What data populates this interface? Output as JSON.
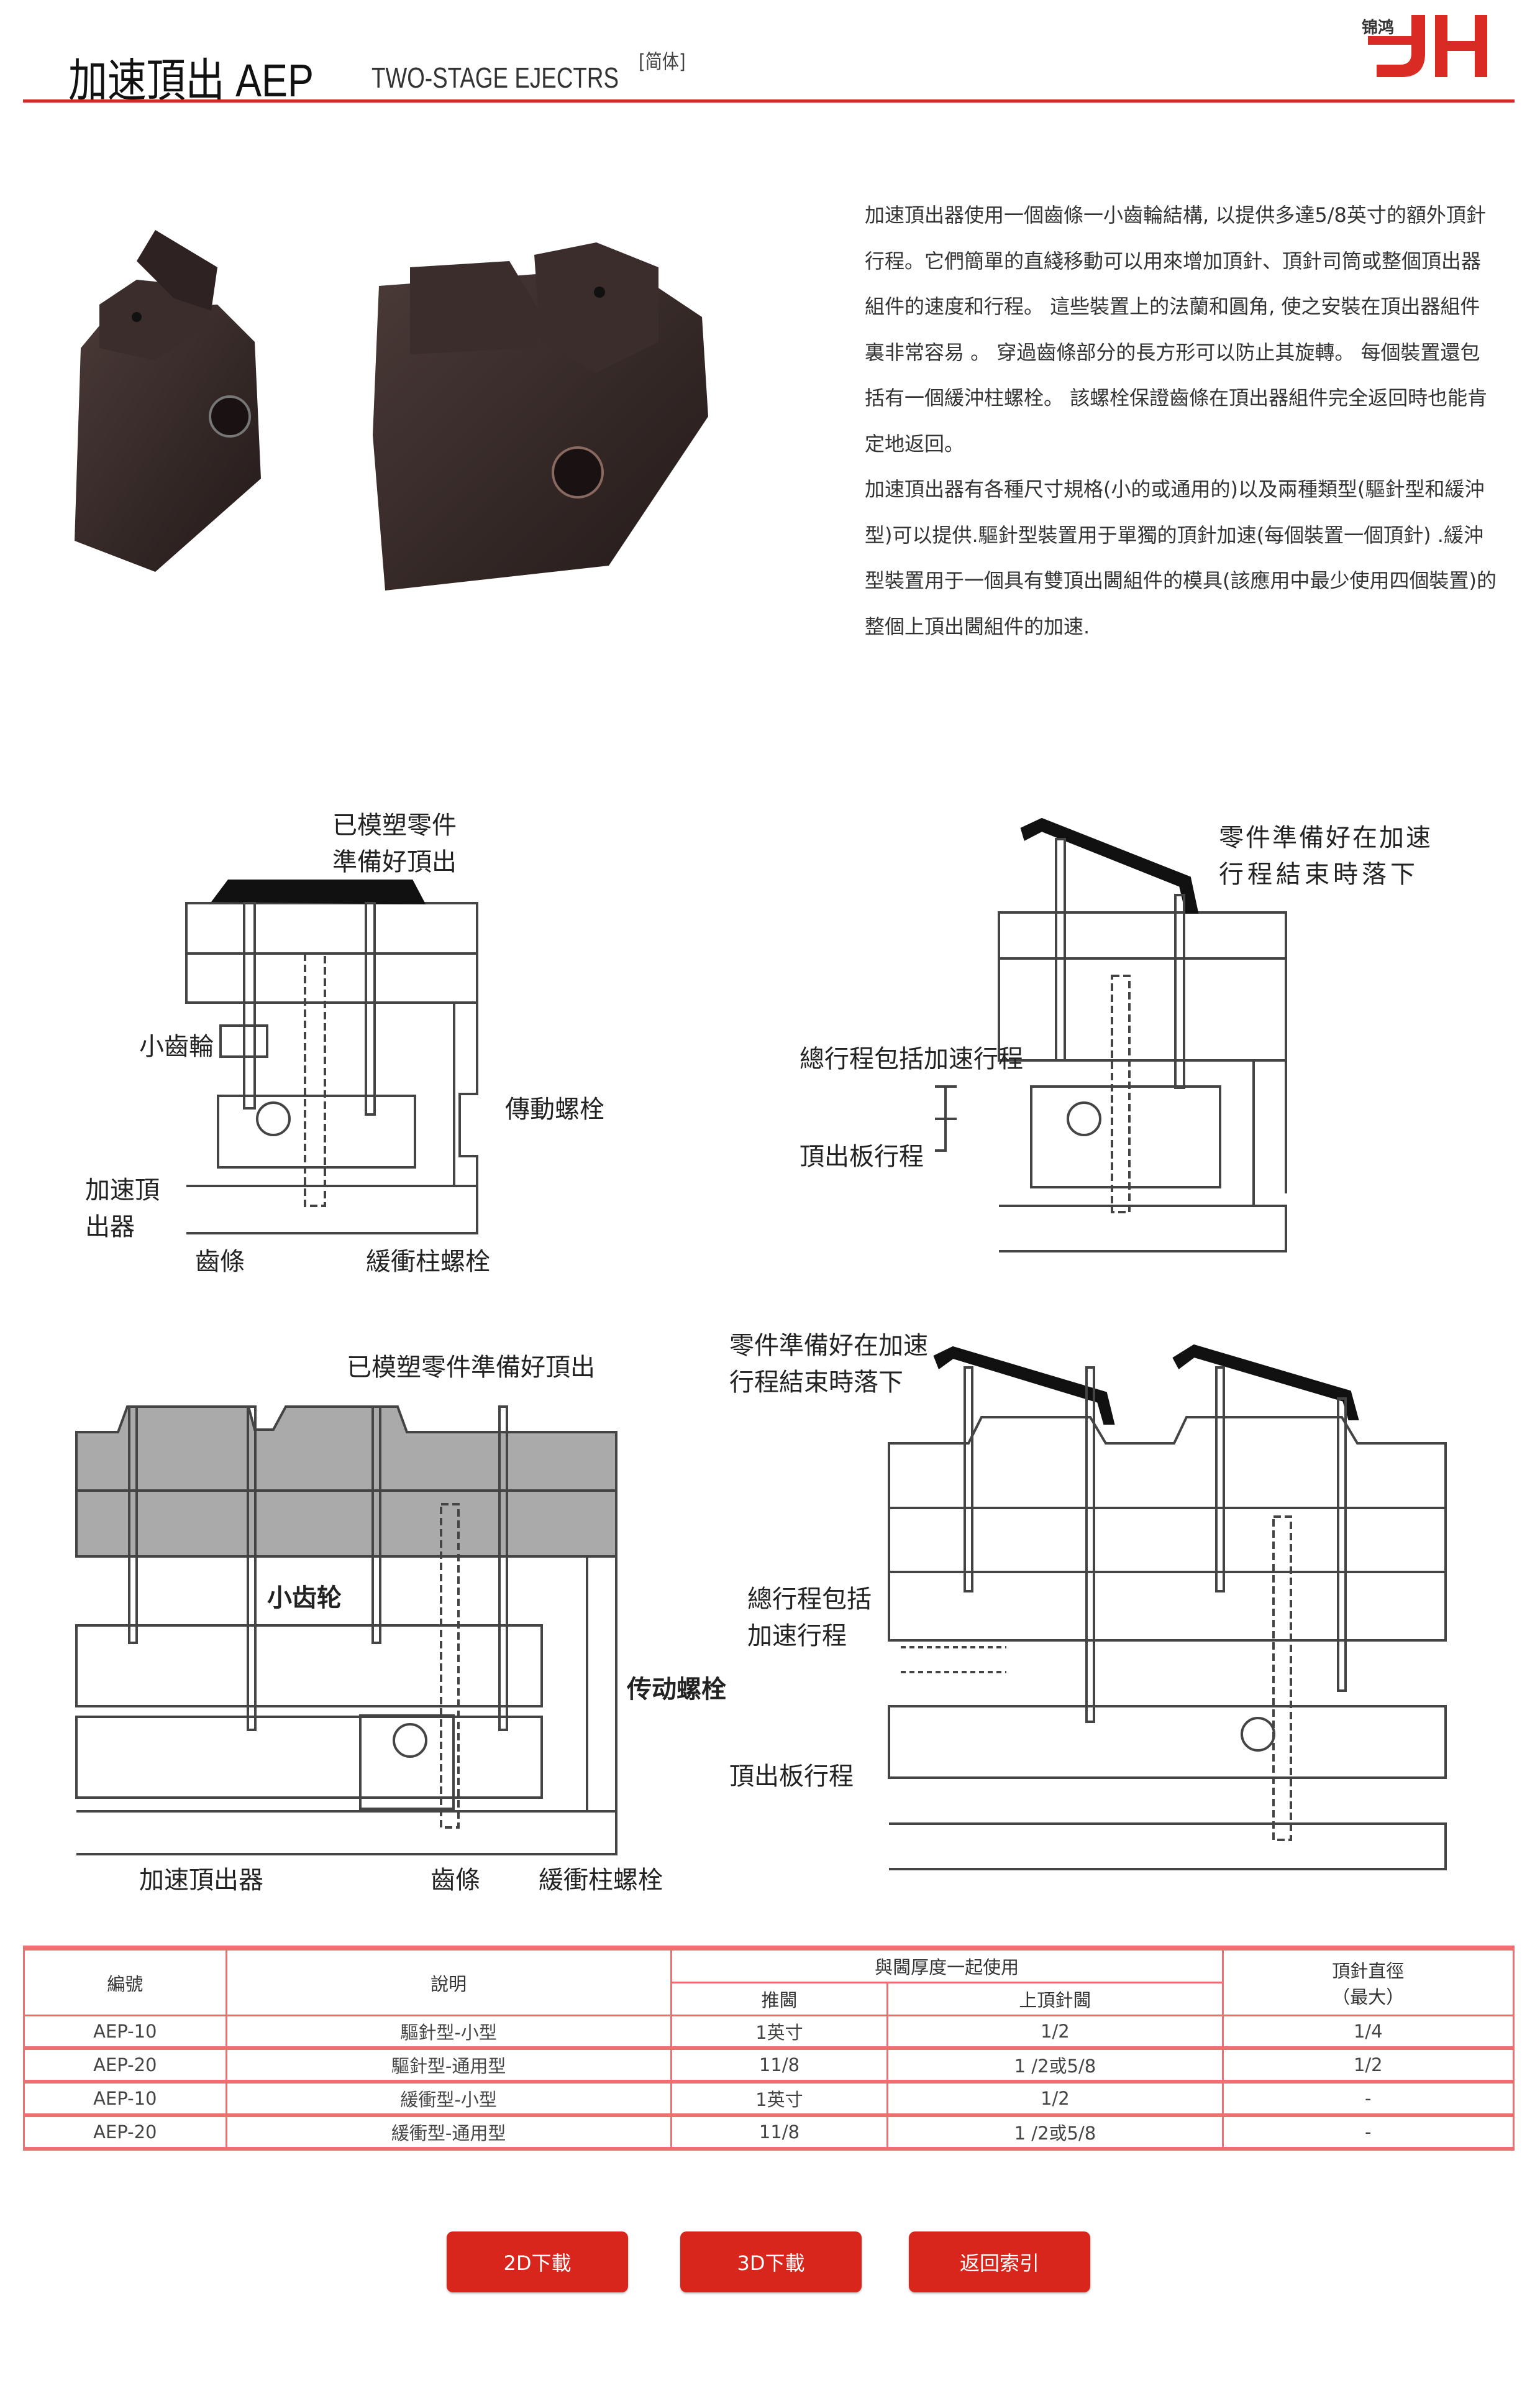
{
  "header": {
    "title": "加速頂出 AEP",
    "subtitle": "TWO-STAGE EJECTRS",
    "lang_link": "[简体]",
    "logo_text": "锦鸿 JH",
    "accent_color": "#d22a25"
  },
  "description": {
    "paragraphs": [
      "加速頂出器使用一個齒條一小齒輪結構, 以提供多達5/8英寸的額外頂針行程。它們簡單的直綫移動可以用來增加頂針、頂針司筒或整個頂出器組件的速度和行程。 這些裝置上的法蘭和圓角, 使之安裝在頂出器組件裏非常容易 。 穿過齒條部分的長方形可以防止其旋轉。 每個裝置還包括有一個緩沖柱螺栓。 該螺栓保證齒條在頂出器組件完全返回時也能肯定地返回。",
      "加速頂出器有各種尺寸規格(小的或通用的)以及兩種類型(驅針型和緩沖型)可以提供.驅針型裝置用于單獨的頂針加速(每個裝置一個頂針) .緩沖型裝置用于一個具有雙頂出閪組件的模具(該應用中最少使用四個裝置)的整個上頂出閪組件的加速."
    ]
  },
  "diagrams": {
    "d1": {
      "part_ready_1": "已模塑零件",
      "part_ready_2": "準備好頂出",
      "pinion": "小齒輪",
      "drive_bolt": "傳動螺栓",
      "accel_1": "加速頂",
      "accel_2": "出器",
      "rack": "齒條",
      "buffer_bolt": "緩衝柱螺栓"
    },
    "d2": {
      "drop_1": "零件準備好在加速",
      "drop_2": "行程結束時落下",
      "total_stroke": "總行程包括加速行程",
      "plate_stroke": "頂出板行程"
    },
    "d3": {
      "part_ready": "已模塑零件準備好頂出",
      "pinion": "小齿轮",
      "drive_bolt": "传动螺栓",
      "accel": "加速頂出器",
      "rack": "齒條",
      "buffer_bolt": "緩衝柱螺栓"
    },
    "d4": {
      "drop_1": "零件準備好在加速",
      "drop_2": "行程結束時落下",
      "total_1": "總行程包括",
      "total_2": "加速行程",
      "plate_stroke": "頂出板行程"
    }
  },
  "table": {
    "headers": {
      "code": "編號",
      "desc": "說明",
      "group": "與閪厚度一起使用",
      "push": "推閪",
      "upper": "上頂針閪",
      "dia_1": "頂針直徑",
      "dia_2": "（最大）"
    },
    "rows": [
      {
        "code": "AEP-10",
        "desc": "驅針型-小型",
        "push": "1英寸",
        "upper": "1/2",
        "dia": "1/4"
      },
      {
        "code": "AEP-20",
        "desc": "驅針型-通用型",
        "push": "11/8",
        "upper": "1 /2或5/8",
        "dia": "1/2"
      },
      {
        "code": "AEP-10",
        "desc": "緩衝型-小型",
        "push": "1英寸",
        "upper": "1/2",
        "dia": "-"
      },
      {
        "code": "AEP-20",
        "desc": "緩衝型-通用型",
        "push": "11/8",
        "upper": "1 /2或5/8",
        "dia": "-"
      }
    ]
  },
  "buttons": {
    "download_2d": "2D下載",
    "download_3d": "3D下載",
    "back_index": "返回索引",
    "color": "#d9261c"
  }
}
